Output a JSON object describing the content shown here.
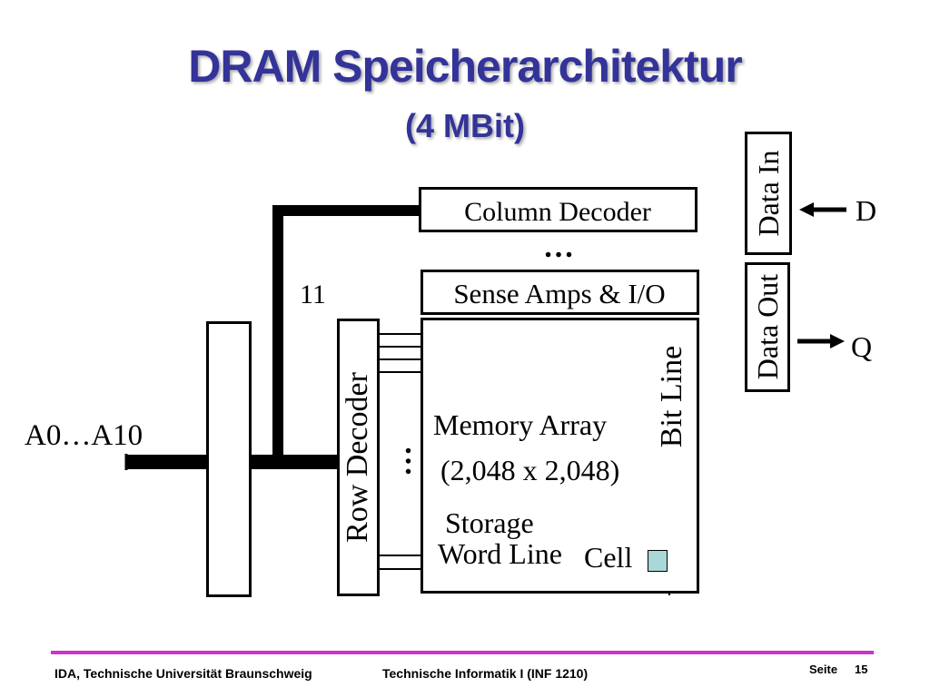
{
  "slide": {
    "title": "DRAM Speicherarchitektur",
    "subtitle": "(4 MBit)"
  },
  "diagram": {
    "column_decoder": "Column Decoder",
    "column_dots": "…",
    "sense_amps": "Sense Amps & I/O",
    "bus_width": "11",
    "row_decoder": "Row Decoder",
    "row_dots": "…",
    "address_label": "A0…A10",
    "memory_array_line1": "Memory Array",
    "memory_array_line2": "(2,048 x 2,048)",
    "storage_cell_line1": "Storage",
    "storage_cell_line2": "Cell",
    "word_line": "Word Line",
    "bit_line": "Bit Line",
    "data_in": "Data In",
    "data_out": "Data Out",
    "d_label": "D",
    "q_label": "Q",
    "cell_color": "#aad7d7"
  },
  "footer": {
    "left": "IDA, Technische Universität Braunschweig",
    "center": "Technische Informatik I (INF 1210)",
    "page_label": "Seite",
    "page_number": "15",
    "line_color": "#cc33cc"
  }
}
